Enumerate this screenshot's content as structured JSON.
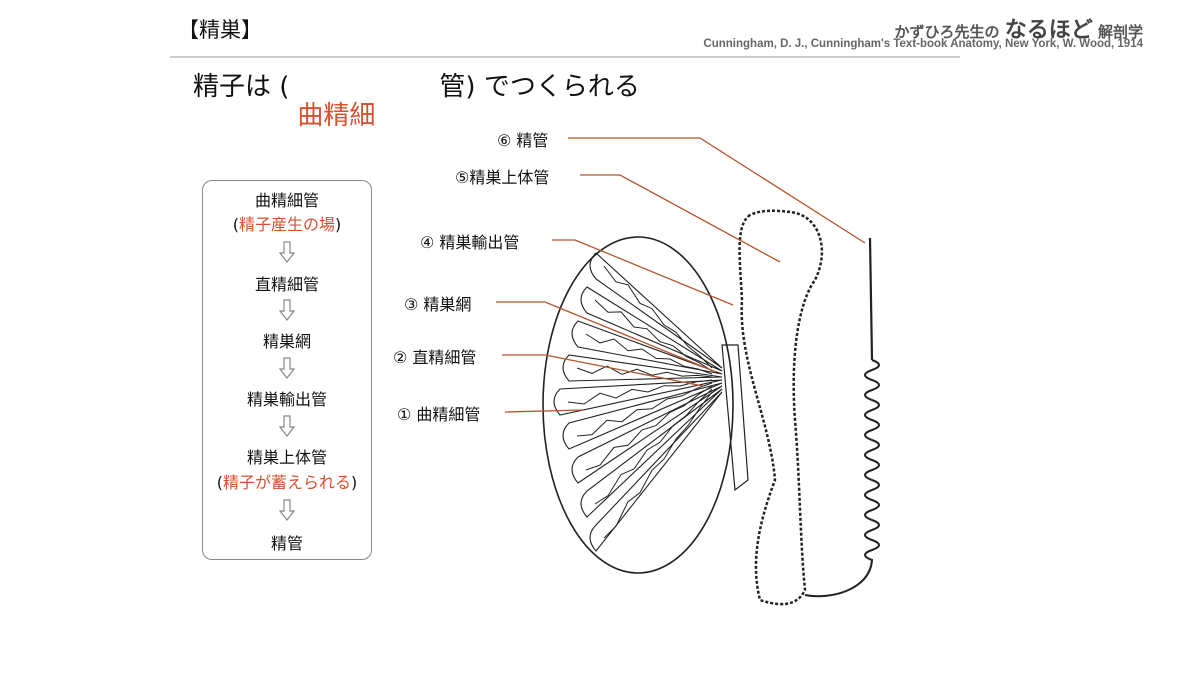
{
  "header": {
    "section_title": "【精巣】",
    "brand_prefix": "かずひろ先生の",
    "brand_main": "なるほど",
    "brand_suffix": "解剖学",
    "citation": "Cunningham, D. J., Cunningham's Text-book Anatomy, New York, W. Wood, 1914"
  },
  "subtitle": {
    "before": "精子は (",
    "answer": "曲精細",
    "after": "管) でつくられる"
  },
  "flow": {
    "items": [
      {
        "label": "曲精細管",
        "note": "精子産生の場"
      },
      {
        "label": "直精細管"
      },
      {
        "label": "精巣網"
      },
      {
        "label": "精巣輸出管"
      },
      {
        "label": "精巣上体管",
        "note": "精子が蓄えられる"
      },
      {
        "label": "精管"
      }
    ],
    "paren_open": "(",
    "paren_close": ")"
  },
  "labels": [
    "⑥ 精管",
    "⑤精巣上体管",
    "④ 精巣輸出管",
    "③ 精巣網",
    "② 直精細管",
    "① 曲精細管"
  ],
  "colors": {
    "accent": "#d9502f",
    "leader": "#b5552c"
  }
}
